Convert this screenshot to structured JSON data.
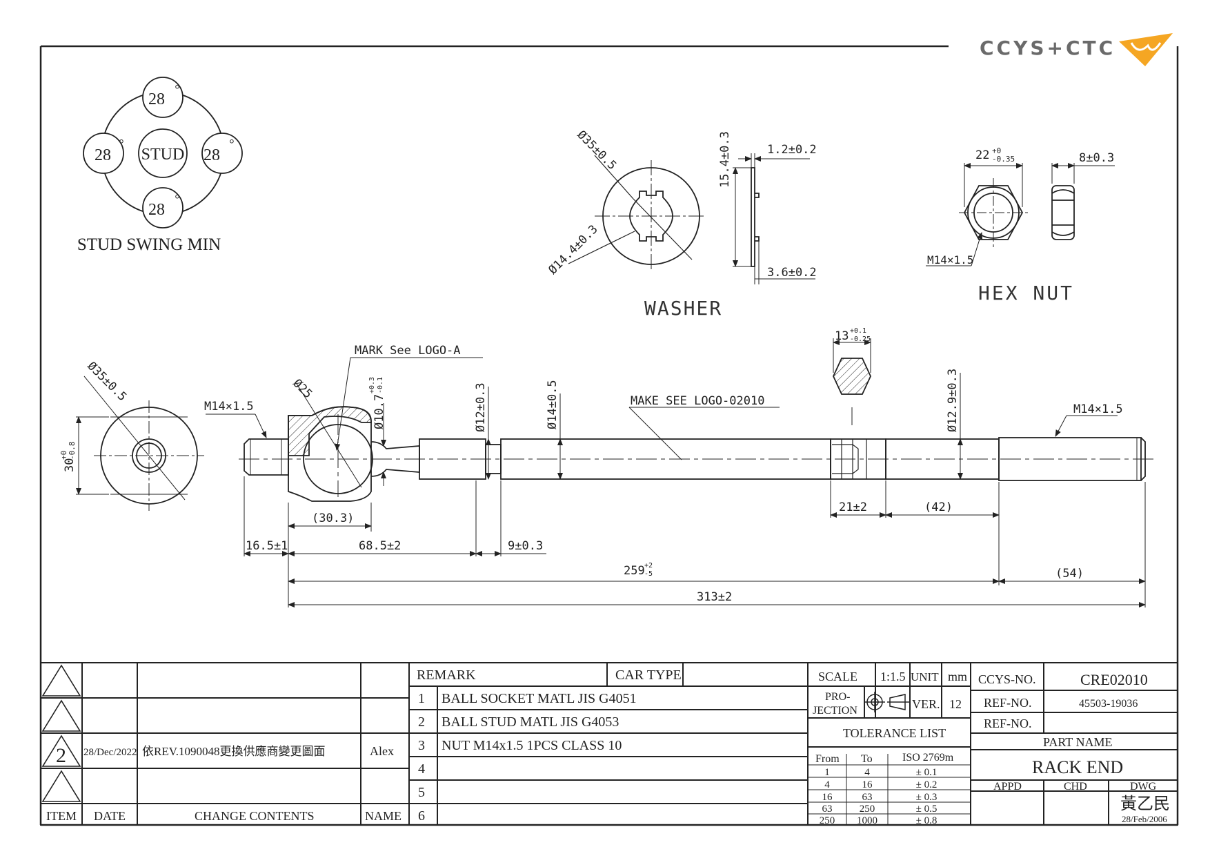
{
  "logo": {
    "text": "CCYS+CTC"
  },
  "stud_swing": {
    "center_label": "STUD",
    "values": [
      "28",
      "28",
      "28",
      "28"
    ],
    "degree": "°",
    "caption": "STUD SWING MIN"
  },
  "washer": {
    "title": "WASHER",
    "od": "Ø35±0.5",
    "id": "Ø14.4±0.3",
    "height": "15.4±0.3",
    "thickness": "1.2±0.2",
    "tab": "3.6±0.2"
  },
  "hexnut": {
    "title": "HEX NUT",
    "across_flats_base": "22",
    "across_flats_sup": "+0",
    "across_flats_sub": "-0.35",
    "thickness": "8±0.3",
    "thread": "M14×1.5"
  },
  "end_view": {
    "od": "Ø35±0.5",
    "height_base": "30",
    "height_sup": "+0",
    "height_sub": "-0.8"
  },
  "main": {
    "mark_note": "MARK See LOGO-A",
    "make_note": "MAKE SEE LOGO-02010",
    "thread_left": "M14×1.5",
    "thread_right": "M14×1.5",
    "ball_dia": "Ø25",
    "neck_base": "Ø10.7",
    "neck_sup": "+0.3",
    "neck_sub": "-0.1",
    "dia12": "Ø12±0.3",
    "dia14": "Ø14±0.5",
    "dia129": "Ø12.9±0.3",
    "hex_base": "13",
    "hex_sup": "+0.1",
    "hex_sub": "-0.25",
    "dims": {
      "d303": "(30.3)",
      "d165": "16.5±1",
      "d685": "68.5±2",
      "d9": "9±0.3",
      "d259_base": "259",
      "d259_sup": "+2",
      "d259_sub": "-5",
      "d313": "313±2",
      "d54": "(54)",
      "d21": "21±2",
      "d42": "(42)"
    }
  },
  "revisions": {
    "rows": [
      {
        "item": "",
        "date": "",
        "change": "",
        "name": ""
      },
      {
        "item": "",
        "date": "",
        "change": "",
        "name": ""
      },
      {
        "item": "2",
        "date": "28/Dec/2022",
        "change": "依REV.1090048更換供應商變更圖面",
        "name": "Alex"
      },
      {
        "item": "",
        "date": "",
        "change": "",
        "name": ""
      }
    ],
    "headers": {
      "item": "ITEM",
      "date": "DATE",
      "change": "CHANGE CONTENTS",
      "name": "NAME"
    }
  },
  "remarks": {
    "header": "REMARK",
    "car_type": "CAR TYPE",
    "items": [
      {
        "no": "1",
        "text": "BALL SOCKET MATL JIS G4051"
      },
      {
        "no": "2",
        "text": "BALL STUD MATL JIS G4053"
      },
      {
        "no": "3",
        "text": "NUT M14x1.5 1PCS CLASS 10"
      },
      {
        "no": "4",
        "text": ""
      },
      {
        "no": "5",
        "text": ""
      },
      {
        "no": "6",
        "text": ""
      }
    ]
  },
  "title_block": {
    "scale_label": "SCALE",
    "scale": "1:1.5",
    "unit_label": "UNIT",
    "unit": "mm",
    "projection_label_1": "PRO-",
    "projection_label_2": "JECTION",
    "ver_label": "VER.",
    "ver": "12",
    "tolerance_title": "TOLERANCE LIST",
    "tol_headers": [
      "From",
      "To",
      "ISO 2769m"
    ],
    "tolerances": [
      {
        "from": "1",
        "to": "4",
        "tol": "± 0.1"
      },
      {
        "from": "4",
        "to": "16",
        "tol": "± 0.2"
      },
      {
        "from": "16",
        "to": "63",
        "tol": "± 0.3"
      },
      {
        "from": "63",
        "to": "250",
        "tol": "± 0.5"
      },
      {
        "from": "250",
        "to": "1000",
        "tol": "± 0.8"
      }
    ],
    "ccys_label": "CCYS-NO.",
    "ccys_no": "CRE02010",
    "ref_label": "REF-NO.",
    "ref_no": "45503-19036",
    "ref_label2": "REF-NO.",
    "ref_no2": "",
    "part_name_label": "PART NAME",
    "part_name": "RACK END",
    "appd_label": "APPD",
    "chd_label": "CHD",
    "dwg_label": "DWG",
    "drawer": "黃乙民",
    "dwg_date": "28/Feb/2006"
  },
  "colors": {
    "line": "#222222",
    "logo_orange": "#f5a623",
    "logo_gray": "#666666"
  }
}
